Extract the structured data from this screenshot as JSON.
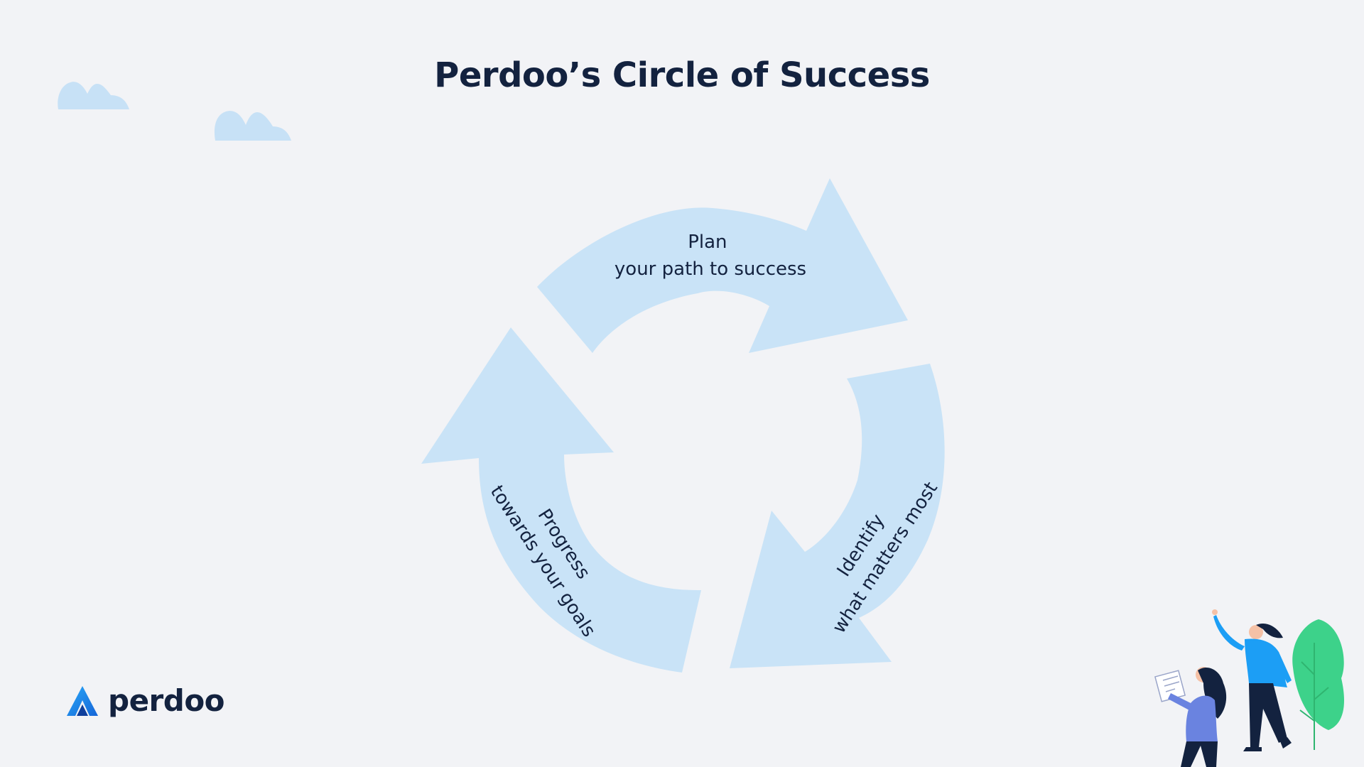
{
  "title": "Perdoo’s Circle of Success",
  "cycle": {
    "steps": [
      {
        "line1": "Plan",
        "line2": "your path to success"
      },
      {
        "line1": "Identify",
        "line2": "what matters most"
      },
      {
        "line1": "Progress",
        "line2": "towards your goals"
      }
    ],
    "arrow_color": "#c9e3f7"
  },
  "brand": {
    "name": "perdoo",
    "logo_icon": "perdoo-logo-icon"
  },
  "colors": {
    "background": "#f2f3f6",
    "text": "#13223f",
    "cloud": "#c7e1f6",
    "leaf": "#3dd28a"
  }
}
